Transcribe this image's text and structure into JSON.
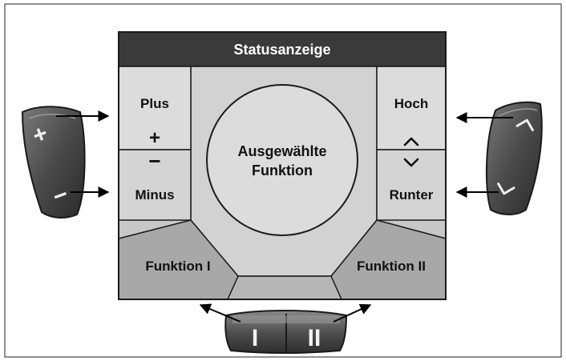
{
  "status_bar": {
    "label": "Statusanzeige"
  },
  "panels": {
    "plus": {
      "label": "Plus",
      "symbol": "+"
    },
    "minus": {
      "label": "Minus",
      "symbol": "−"
    },
    "hoch": {
      "label": "Hoch",
      "symbol": "˄"
    },
    "runter": {
      "label": "Runter",
      "symbol": "˅"
    },
    "center": {
      "line1": "Ausgewählte",
      "line2": "Funktion"
    },
    "funktion1": {
      "label": "Funktion I"
    },
    "funktion2": {
      "label": "Funktion II"
    }
  },
  "controls": {
    "left_rocker": {
      "top_symbol": "+",
      "bottom_symbol": "−"
    },
    "right_rocker": {
      "icon_top": "chevron-up-icon",
      "icon_bottom": "chevron-down-icon"
    },
    "bottom_rocker": {
      "left_symbol": "I",
      "right_symbol": "II"
    }
  },
  "colors": {
    "status_bar": "#3a3a3a",
    "panel_light": "#dcdcdc",
    "panel_mid": "#c4c4c4",
    "panel_dark": "#a8a8a8",
    "control_body": "#4a4a4a",
    "outline": "#1a1a1a"
  }
}
